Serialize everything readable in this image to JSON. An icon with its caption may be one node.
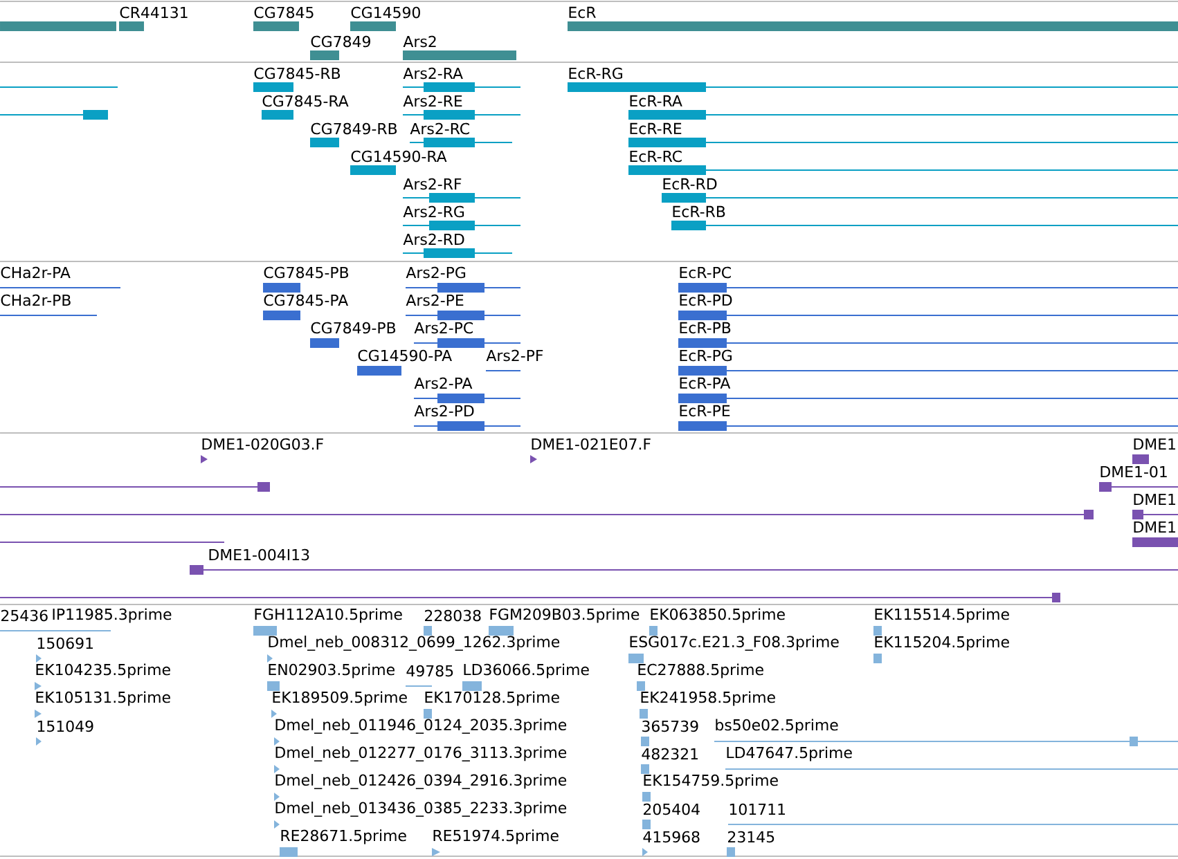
{
  "diagram": {
    "labels": [
      "CR44131",
      "CG7845",
      "CG14590",
      "EcR",
      "CG7849",
      "Ars2",
      "CG7845-RB",
      "Ars2-RA",
      "EcR-RG",
      "CG7845-RA",
      "Ars2-RE",
      "EcR-RA",
      "CG7849-RB",
      "Ars2-RC",
      "EcR-RE",
      "CG14590-RA",
      "EcR-RC",
      "Ars2-RF",
      "EcR-RD",
      "Ars2-RG",
      "EcR-RB",
      "Ars2-RD",
      "CHa2r-PA",
      "CG7845-PB",
      "Ars2-PG",
      "EcR-PC",
      "CHa2r-PB",
      "CG7845-PA",
      "Ars2-PE",
      "EcR-PD",
      "CG7849-PB",
      "Ars2-PC",
      "EcR-PB",
      "CG14590-PA",
      "Ars2-PF",
      "EcR-PG",
      "Ars2-PA",
      "EcR-PA",
      "Ars2-PD",
      "EcR-PE",
      "DME1-020G03.F",
      "DME1-021E07.F",
      "DME1",
      "DME1-01",
      "DME1",
      "DME1",
      "DME1-004I13",
      "25436",
      "IP11985.3prime",
      "FGH112A10.5prime",
      "228038",
      "FGM209B03.5prime",
      "EK063850.5prime",
      "EK115514.5prime",
      "150691",
      "Dmel_neb_008312_0699_1262.3prime",
      "ESG017c.E21.3_F08.3prime",
      "EK115204.5prime",
      "EK104235.5prime",
      "EN02903.5prime",
      "49785",
      "LD36066.5prime",
      "EC27888.5prime",
      "EK105131.5prime",
      "EK189509.5prime",
      "EK170128.5prime",
      "EK241958.5prime",
      "151049",
      "Dmel_neb_011946_0124_2035.3prime",
      "365739",
      "bs50e02.5prime",
      "Dmel_neb_012277_0176_3113.3prime",
      "482321",
      "LD47647.5prime",
      "Dmel_neb_012426_0394_2916.3prime",
      "EK154759.5prime",
      "Dmel_neb_013436_0385_2233.3prime",
      "205404",
      "101711",
      "RE28671.5prime",
      "RE51974.5prime",
      "415968",
      "23145"
    ]
  }
}
